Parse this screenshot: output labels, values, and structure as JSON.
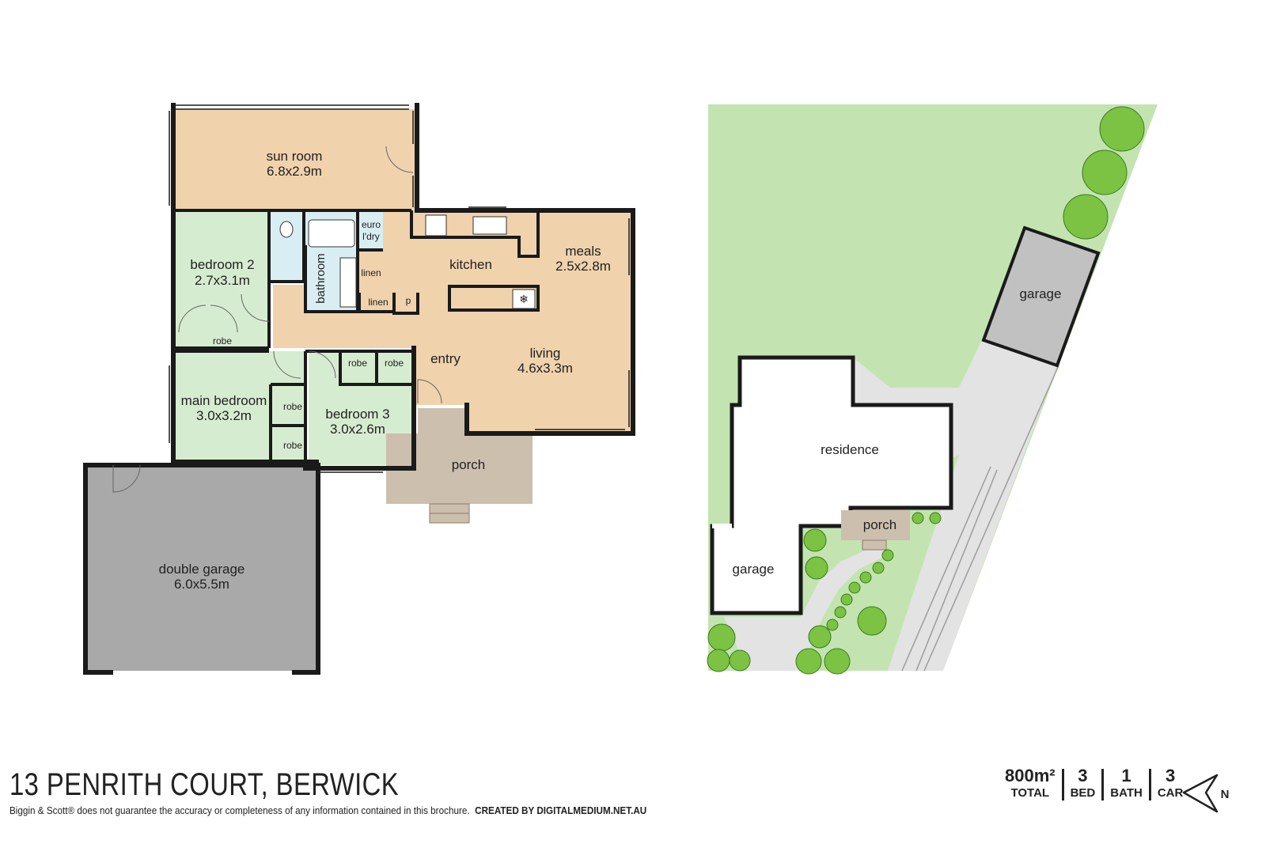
{
  "floorplan": {
    "rooms": {
      "sun_room": {
        "name": "sun room",
        "size": "6.8x2.9m"
      },
      "bedroom2": {
        "name": "bedroom 2",
        "size": "2.7x3.1m"
      },
      "main_bedroom": {
        "name": "main bedroom",
        "size": "3.0x3.2m"
      },
      "bedroom3": {
        "name": "bedroom 3",
        "size": "3.0x2.6m"
      },
      "meals": {
        "name": "meals",
        "size": "2.5x2.8m"
      },
      "living": {
        "name": "living",
        "size": "4.6x3.3m"
      },
      "double_garage": {
        "name": "double garage",
        "size": "6.0x5.5m"
      },
      "kitchen": "kitchen",
      "entry": "entry",
      "porch": "porch",
      "bathroom": "bathroom",
      "euro_line1": "euro",
      "euro_line2": "l'dry",
      "linen": "linen",
      "pantry": "p",
      "robe": "robe"
    }
  },
  "siteplan": {
    "garage": "garage",
    "residence": "residence",
    "porch": "porch",
    "garage2": "garage"
  },
  "footer": {
    "title": "13 PENRITH COURT, BERWICK",
    "disclaimer": "Biggin & Scott® does not guarantee the accuracy or completeness of any information contained in this brochure.",
    "credit": "CREATED BY DIGITALMEDIUM.NET.AU"
  },
  "stats": [
    {
      "value": "800m²",
      "label": "TOTAL"
    },
    {
      "value": "3",
      "label": "BED"
    },
    {
      "value": "1",
      "label": "BATH"
    },
    {
      "value": "3",
      "label": "CAR"
    }
  ],
  "compass": {
    "label": "N"
  },
  "colors": {
    "living_zone": "#f0d2ad",
    "bedroom_zone": "#d6ecd0",
    "wet_zone": "#d9eef2",
    "garage": "#a9a9a9",
    "porch": "#cdbfae",
    "lawn": "#c3e4b1",
    "driveway": "#e3e3e3",
    "tree": "#7cc243",
    "wall": "#1a1a1a"
  }
}
